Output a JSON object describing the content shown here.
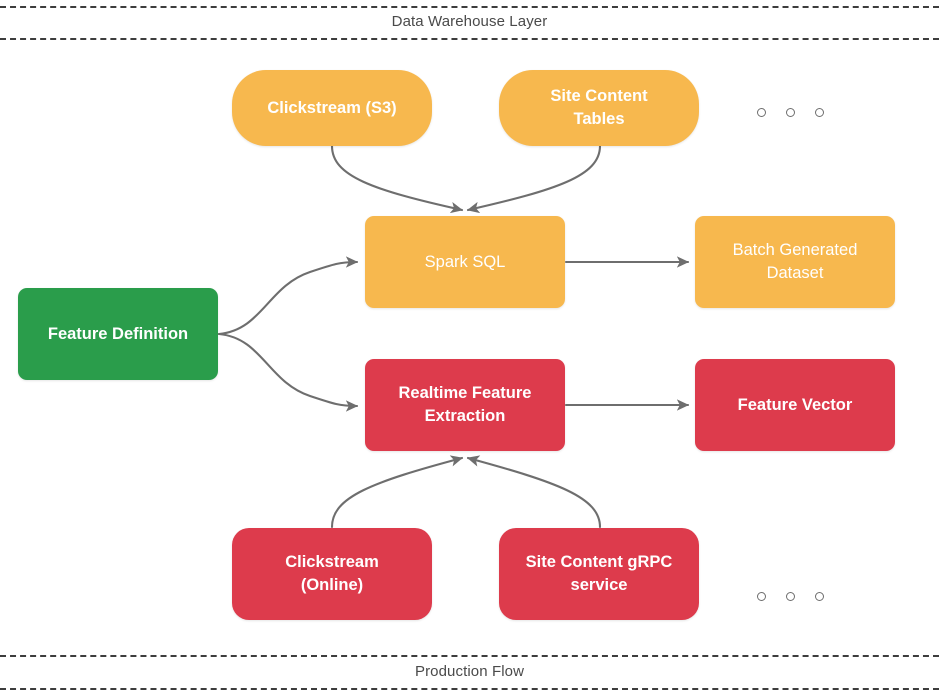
{
  "diagram": {
    "title_top": "Data Warehouse Layer",
    "title_bottom": "Production Flow",
    "colors": {
      "amber": "#f7b84e",
      "amber_alt": "#f8bc5c",
      "green": "#2a9d4b",
      "red": "#dd3b4c",
      "connector": "#6e6e6e",
      "label_text": "#4a4a4a",
      "rule": "#3d3d3d",
      "node_text": "#ffffff",
      "background": "#ffffff"
    },
    "bands": [
      {
        "name": "data-warehouse-layer",
        "label": "Data Warehouse Layer"
      },
      {
        "name": "production-flow",
        "label": "Production Flow"
      }
    ],
    "nodes": [
      {
        "id": "clickstream-s3",
        "label": "Clickstream (S3)",
        "color": "amber",
        "shape": "pill"
      },
      {
        "id": "site-content-tables",
        "label": "Site Content\nTables",
        "color": "amber",
        "shape": "pill"
      },
      {
        "id": "feature-definition",
        "label": "Feature Definition",
        "color": "green",
        "shape": "rounded"
      },
      {
        "id": "spark-sql",
        "label": "Spark SQL",
        "color": "amber",
        "shape": "rounded"
      },
      {
        "id": "batch-generated-dataset",
        "label": "Batch Generated\nDataset",
        "color": "amber",
        "shape": "rounded"
      },
      {
        "id": "realtime-feature-extraction",
        "label": "Realtime Feature\nExtraction",
        "color": "red",
        "shape": "rounded"
      },
      {
        "id": "feature-vector",
        "label": "Feature Vector",
        "color": "red",
        "shape": "rounded"
      },
      {
        "id": "clickstream-online",
        "label": "Clickstream\n(Online)",
        "color": "red",
        "shape": "rounded-lg"
      },
      {
        "id": "site-content-grpc",
        "label": "Site Content gRPC\nservice",
        "color": "red",
        "shape": "rounded-lg"
      }
    ],
    "node_labels": {
      "clickstream_s3": "Clickstream (S3)",
      "site_content_tables_line1": "Site Content",
      "site_content_tables_line2": "Tables",
      "feature_definition": "Feature Definition",
      "spark_sql": "Spark SQL",
      "batch_generated_dataset_line1": "Batch Generated",
      "batch_generated_dataset_line2": "Dataset",
      "realtime_feature_extraction_line1": "Realtime Feature",
      "realtime_feature_extraction_line2": "Extraction",
      "feature_vector": "Feature Vector",
      "clickstream_online_line1": "Clickstream",
      "clickstream_online_line2": "(Online)",
      "site_content_grpc_line1": "Site Content gRPC",
      "site_content_grpc_line2": "service"
    },
    "ellipses": [
      {
        "name": "top-ellipsis-dots",
        "count": 3
      },
      {
        "name": "bottom-ellipsis-dots",
        "count": 3
      }
    ],
    "edges": [
      {
        "from": "clickstream-s3",
        "to": "spark-sql",
        "style": "curved",
        "arrow": true
      },
      {
        "from": "site-content-tables",
        "to": "spark-sql",
        "style": "curved",
        "arrow": true
      },
      {
        "from": "feature-definition",
        "to": "spark-sql",
        "style": "curved",
        "arrow": true
      },
      {
        "from": "feature-definition",
        "to": "realtime-feature-extraction",
        "style": "curved",
        "arrow": true
      },
      {
        "from": "spark-sql",
        "to": "batch-generated-dataset",
        "style": "straight",
        "arrow": true
      },
      {
        "from": "realtime-feature-extraction",
        "to": "feature-vector",
        "style": "straight",
        "arrow": true
      },
      {
        "from": "clickstream-online",
        "to": "realtime-feature-extraction",
        "style": "curved",
        "arrow": true
      },
      {
        "from": "site-content-grpc",
        "to": "realtime-feature-extraction",
        "style": "curved",
        "arrow": true
      }
    ]
  }
}
